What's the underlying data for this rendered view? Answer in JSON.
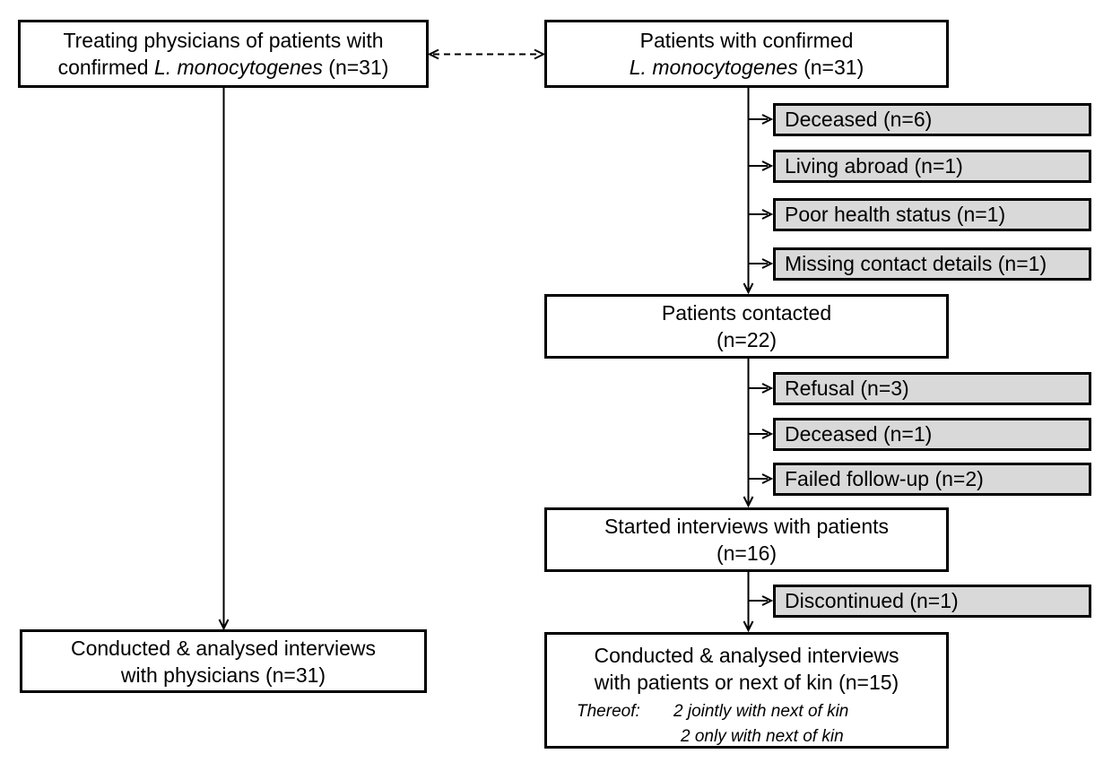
{
  "colors": {
    "background": "#ffffff",
    "box_border": "#000000",
    "exclusion_fill": "#d9d9d9",
    "line": "#000000"
  },
  "left_column": {
    "top_box": {
      "line1": "Treating physicians of patients with",
      "line2_pre": "confirmed ",
      "line2_italic": "L. monocytogenes",
      "line2_post": " (n=31)"
    },
    "bottom_box": {
      "line1": "Conducted & analysed interviews",
      "line2": "with physicians (n=31)"
    }
  },
  "right_column": {
    "top_box": {
      "line1": "Patients with confirmed",
      "line2_italic": "L. monocytogenes",
      "line2_post": " (n=31)"
    },
    "exclusions_1": [
      "Deceased (n=6)",
      "Living abroad (n=1)",
      "Poor health status (n=1)",
      "Missing contact details (n=1)"
    ],
    "contacted_box": {
      "line1": "Patients contacted",
      "line2": "(n=22)"
    },
    "exclusions_2": [
      "Refusal (n=3)",
      "Deceased (n=1)",
      "Failed follow-up (n=2)"
    ],
    "started_box": {
      "line1": "Started interviews with patients",
      "line2": "(n=16)"
    },
    "exclusions_3": [
      "Discontinued (n=1)"
    ],
    "final_box": {
      "line1": "Conducted & analysed interviews",
      "line2": "with patients or next of kin (n=15)",
      "thereof_label": "Thereof:",
      "thereof_item1": "2 jointly with next of kin",
      "thereof_item2": "2 only with next of kin"
    }
  }
}
